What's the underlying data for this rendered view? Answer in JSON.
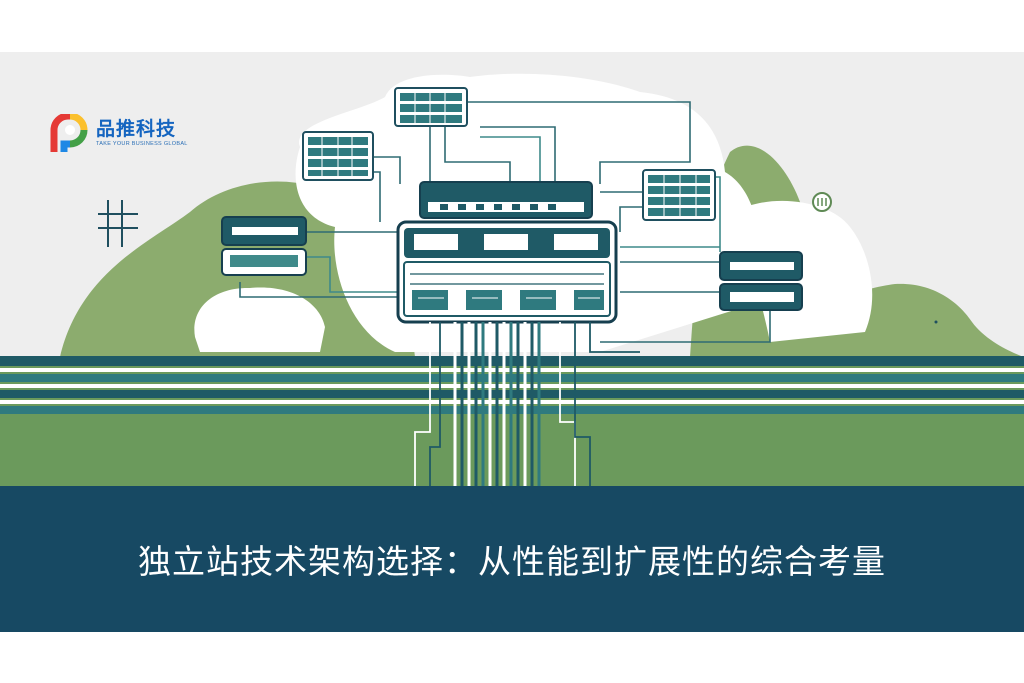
{
  "brand": {
    "name": "品推科技",
    "tagline": "TAKE YOUR BUSINESS GLOBAL",
    "logo_colors": [
      "#e53935",
      "#fbc02d",
      "#43a047",
      "#1e88e5"
    ]
  },
  "banner": {
    "title": "独立站技术架构选择：从性能到扩展性的综合考量"
  },
  "colors": {
    "background": "#eeeeee",
    "hill_green": "#8cac6e",
    "ground_green": "#6b9a5c",
    "teal": "#3f8a8a",
    "navy": "#174963",
    "banner": "#174963",
    "cloud": "#ffffff"
  },
  "icons": {
    "logo": "pm-logo-icon",
    "hash": "hash-mark-icon",
    "badge": "round-badge-icon"
  }
}
